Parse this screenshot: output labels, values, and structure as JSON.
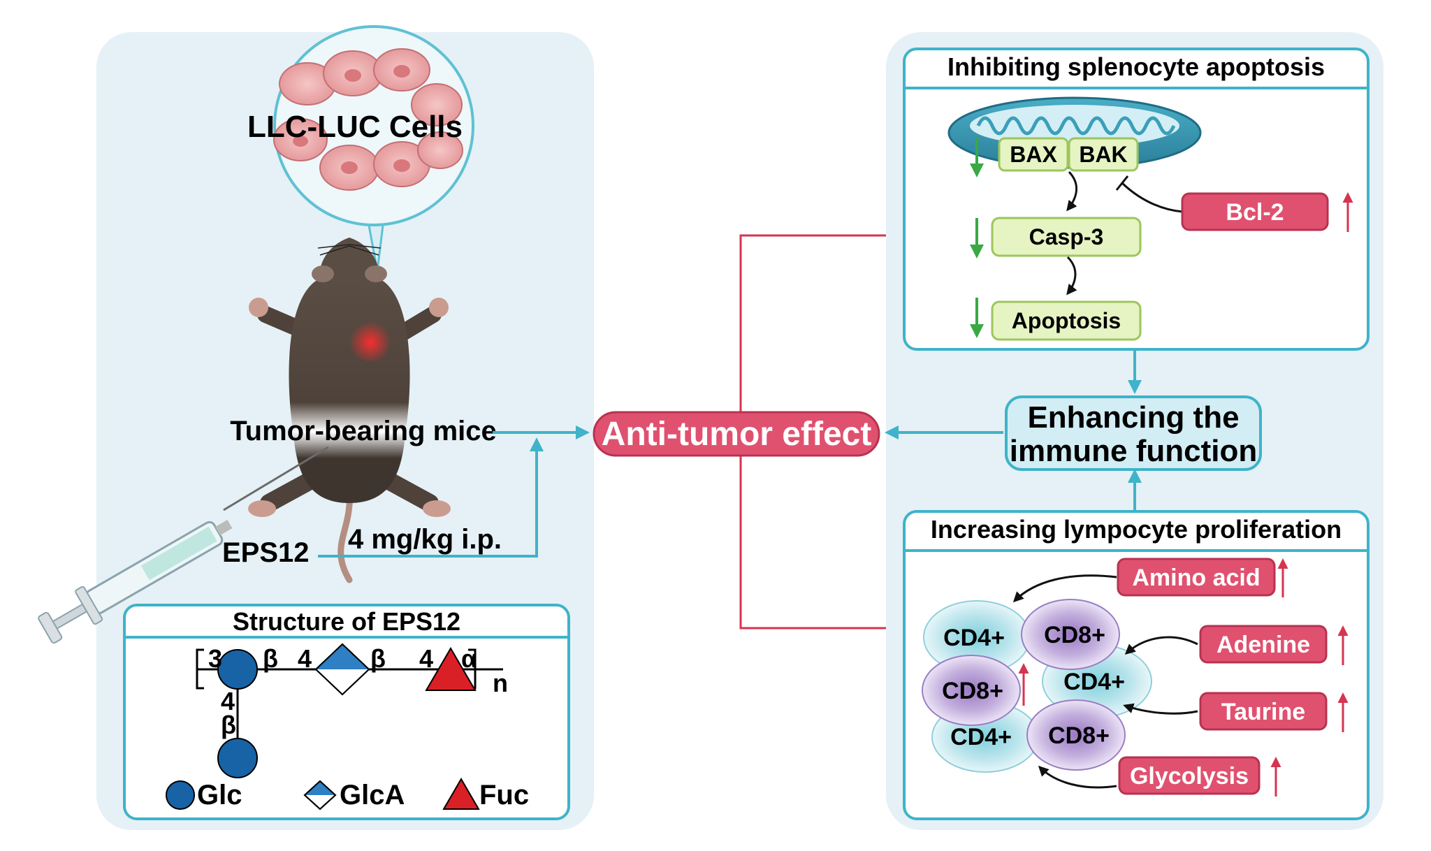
{
  "left_panel": {
    "cells_label": "LLC-LUC Cells",
    "mice_label": "Tumor-bearing mice",
    "drug_label": "EPS12",
    "dose_label": "4 mg/kg i.p.",
    "structure": {
      "title": "Structure of EPS12",
      "link_3": "3",
      "beta_1": "β",
      "link_4a": "4",
      "beta_2": "β",
      "link_4b": "4",
      "alpha": "α",
      "repeat_n": "n",
      "branch_4": "4",
      "branch_beta": "β",
      "legend": [
        {
          "shape": "circle",
          "label": "Glc",
          "color": "#1763a6"
        },
        {
          "shape": "diamond",
          "label": "GlcA",
          "color": "#2e7fc4"
        },
        {
          "shape": "triangle",
          "label": "Fuc",
          "color": "#d92027"
        }
      ]
    }
  },
  "center": {
    "main_effect": "Anti-tumor effect"
  },
  "right_panel": {
    "apoptosis_box": {
      "title": "Inhibiting splenocyte apoptosis",
      "bax": "BAX",
      "bak": "BAK",
      "casp3": "Casp-3",
      "apoptosis": "Apoptosis",
      "bcl2": "Bcl-2"
    },
    "immune_box": {
      "line1": "Enhancing the",
      "line2": "immune function"
    },
    "proliferation_box": {
      "title": "Increasing lympocyte proliferation",
      "factors": [
        "Amino acid",
        "Adenine",
        "Taurine",
        "Glycolysis"
      ],
      "cells": [
        "CD4+",
        "CD8+",
        "CD8+",
        "CD4+",
        "CD4+",
        "CD8+"
      ]
    }
  },
  "colors": {
    "panel_bg": "#e5f1f6",
    "teal": "#3fb3c9",
    "pink": "#e0516f",
    "green_box": "#e6f3c3",
    "green_arrow": "#3aa845",
    "red_arrow": "#d6344f"
  }
}
